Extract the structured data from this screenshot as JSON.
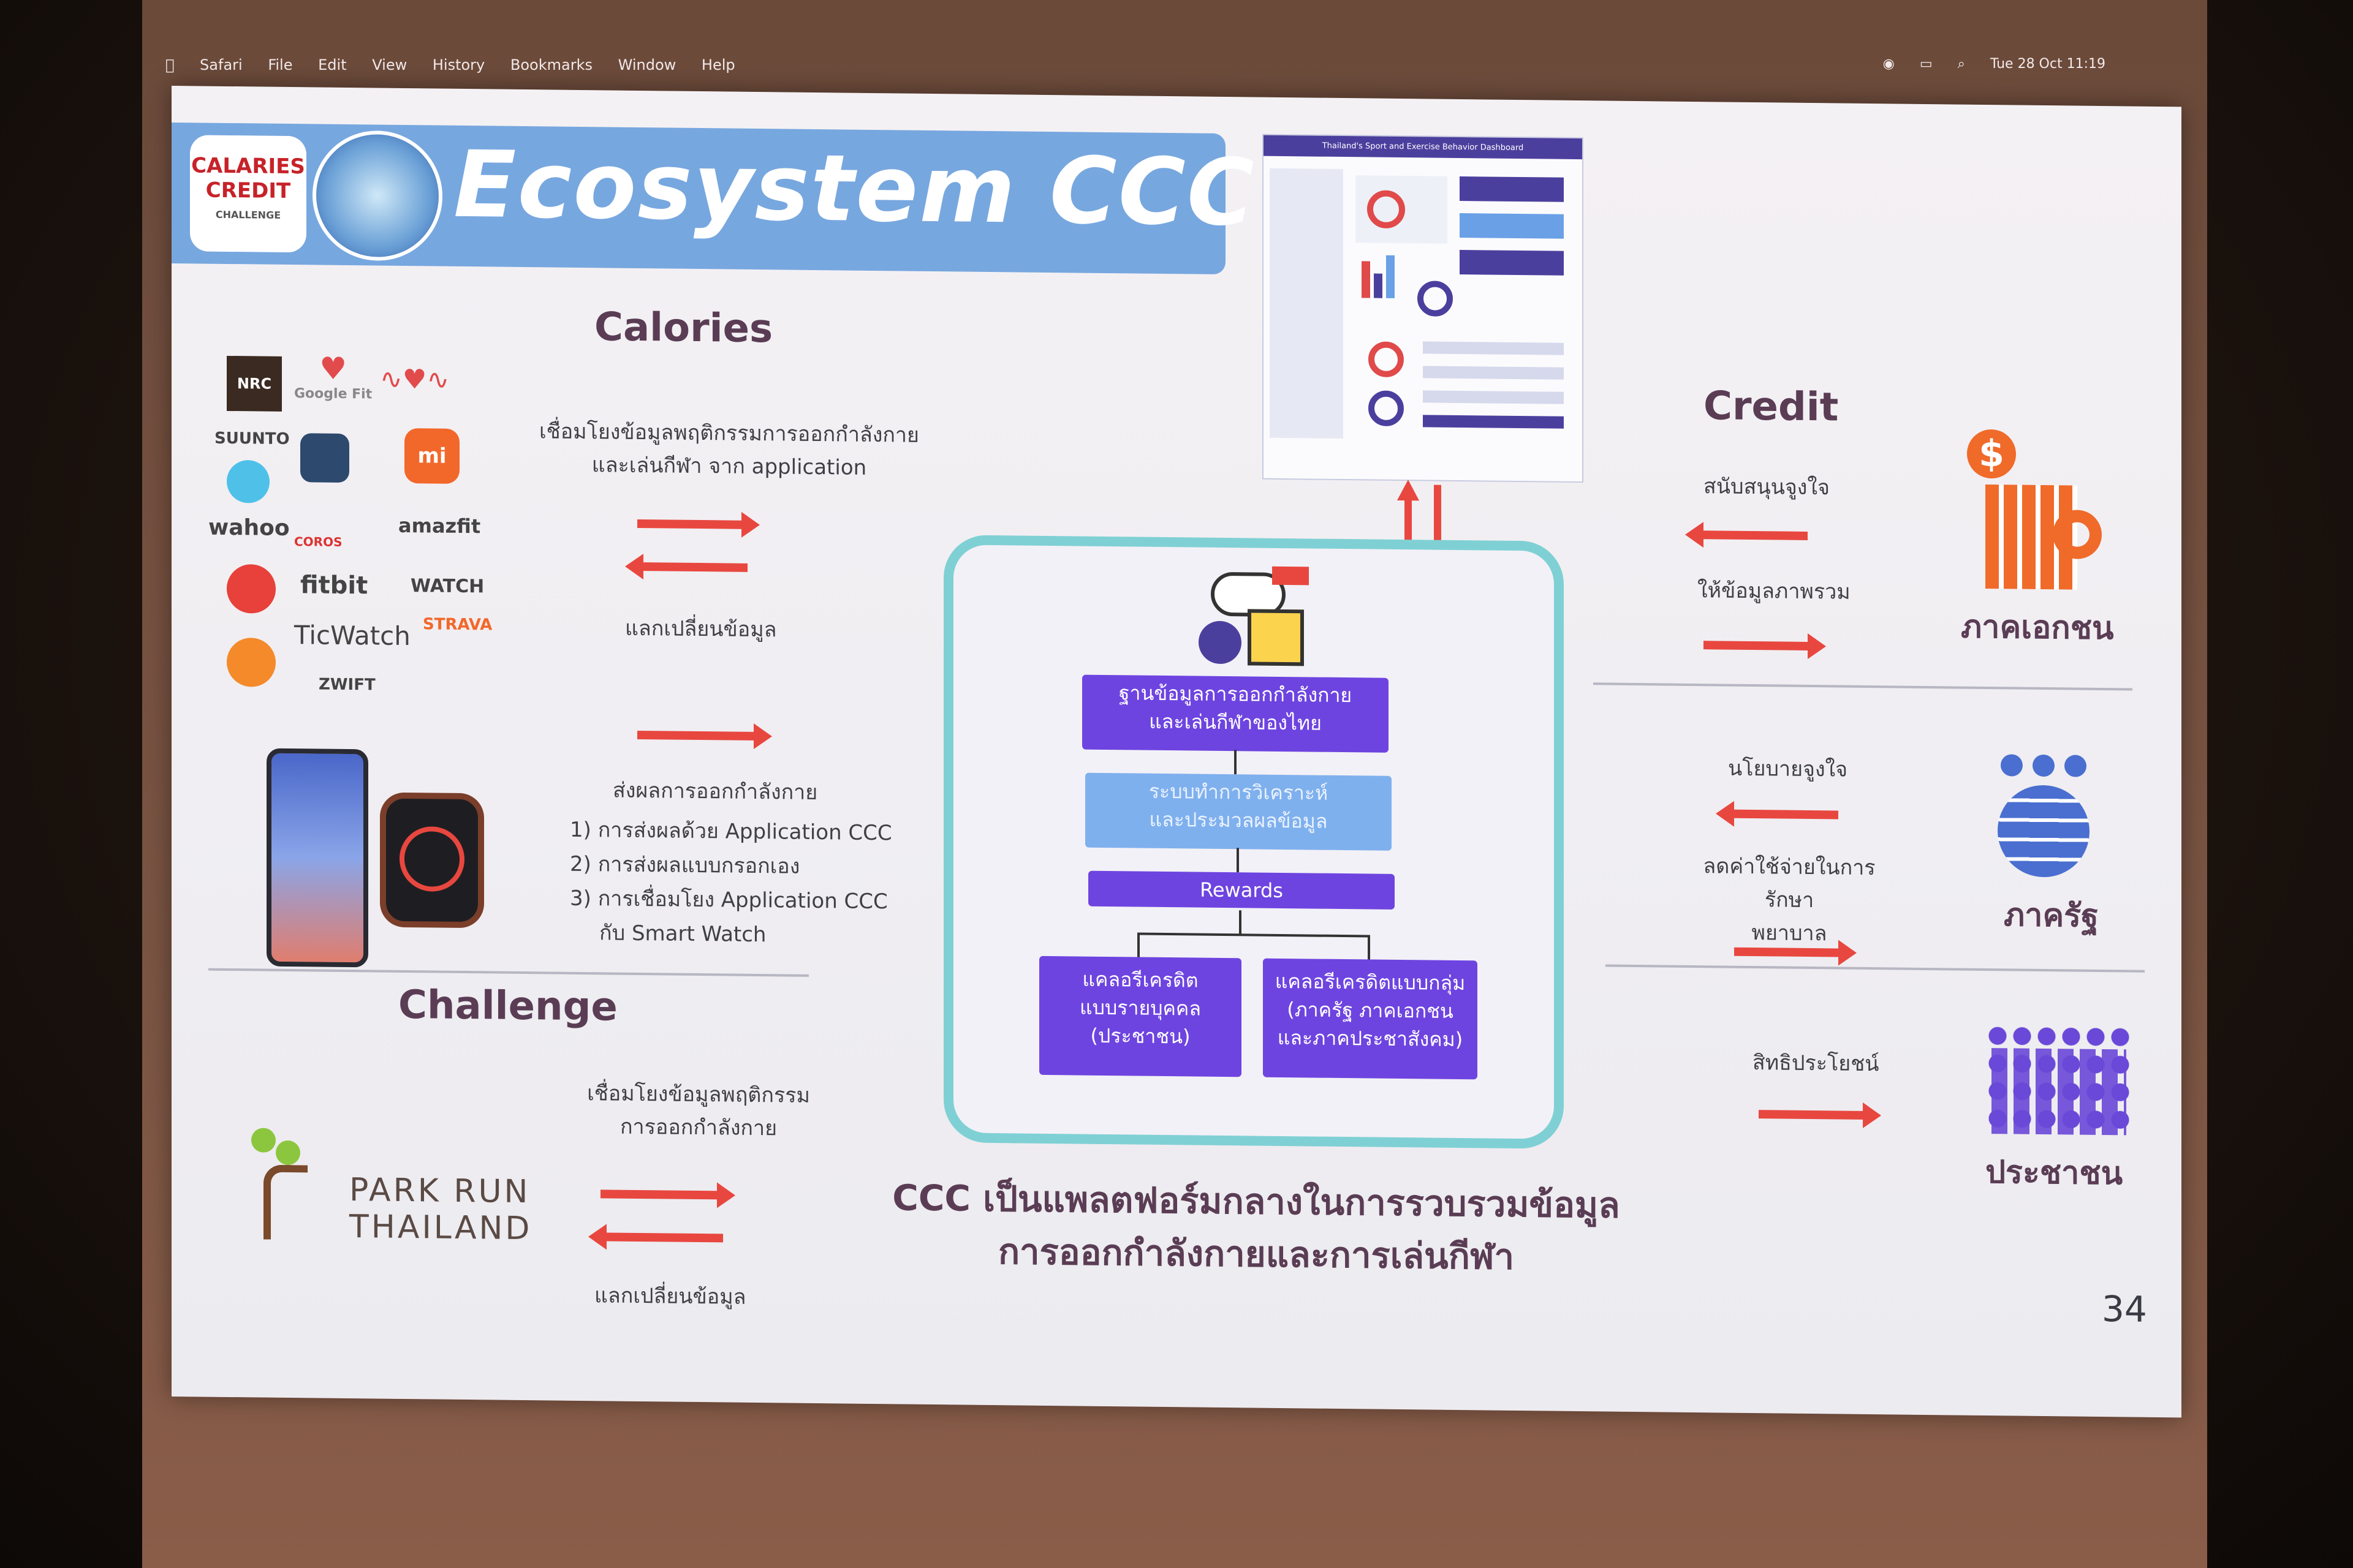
{
  "menubar": {
    "items": [
      "Safari",
      "File",
      "Edit",
      "View",
      "History",
      "Bookmarks",
      "Window",
      "Help"
    ],
    "clock": "Tue 28 Oct 11:19"
  },
  "header": {
    "title": "Ecosystem CCC",
    "logo_line1": "CALARIES",
    "logo_line2": "CREDIT",
    "logo_line3": "CHALLENGE"
  },
  "dashboard": {
    "title": "Thailand's Sport and Exercise Behavior Dashboard"
  },
  "calories": {
    "heading": "Calories",
    "link_text_1": "เชื่อมโยงข้อมูลพฤติกรรมการออกกำลังกาย",
    "link_text_2": "และเล่นกีฬา จาก application",
    "exchange": "แลกเปลี่ยนข้อมูล",
    "send_results": "ส่งผลการออกกำลังกาย",
    "methods": [
      "1) การส่งผลด้วย Application CCC",
      "2) การส่งผลแบบกรอกเอง",
      "3) การเชื่อมโยง Application CCC",
      "กับ Smart Watch"
    ],
    "apps": [
      "NRC",
      "Google Fit",
      "SUUNTO",
      "wahoo",
      "COROS",
      "amazfit",
      "fitbit",
      "WATCH",
      "TicWatch",
      "STRAVA",
      "ZWIFT",
      "mi"
    ]
  },
  "challenge": {
    "heading": "Challenge",
    "link_text_1": "เชื่อมโยงข้อมูลพฤติกรรม",
    "link_text_2": "การออกกำลังกาย",
    "exchange": "แลกเปลี่ยนข้อมูล",
    "partner_line1": "PARK RUN",
    "partner_line2": "THAILAND"
  },
  "platform": {
    "database_1": "ฐานข้อมูลการออกกำลังกาย",
    "database_2": "และเล่นกีฬาของไทย",
    "analysis_1": "ระบบทำการวิเคราะห์",
    "analysis_2": "และประมวลผลข้อมูล",
    "rewards": "Rewards",
    "individual_1": "แคลอรีเครดิต",
    "individual_2": "แบบรายบุคคล",
    "individual_3": "(ประชาชน)",
    "group_1": "แคลอรีเครดิตแบบกลุ่ม",
    "group_2": "(ภาครัฐ ภาคเอกชน",
    "group_3": "และภาคประชาสังคม)"
  },
  "credit": {
    "heading": "Credit",
    "private": {
      "support": "สนับสนุนจูงใจ",
      "overview": "ให้ข้อมูลภาพรวม",
      "label": "ภาคเอกชน"
    },
    "government": {
      "policy": "นโยบายจูงใจ",
      "reduce_1": "ลดค่าใช้จ่ายในการรักษา",
      "reduce_2": "พยาบาล",
      "label": "ภาครัฐ"
    },
    "people": {
      "benefit": "สิทธิประโยชน์",
      "label": "ประชาชน"
    }
  },
  "footer": {
    "line1": "CCC เป็นแพลตฟอร์มกลางในการรวบรวมข้อมูล",
    "line2": "การออกกำลังกายและการเล่นกีฬา",
    "page_number": "34"
  },
  "colors": {
    "banner": "#77a7df",
    "accent_arrow": "#e8473f",
    "platform_border": "#7fd0d4",
    "platform_box": "#6e44e0",
    "heading": "#5a3d54"
  }
}
